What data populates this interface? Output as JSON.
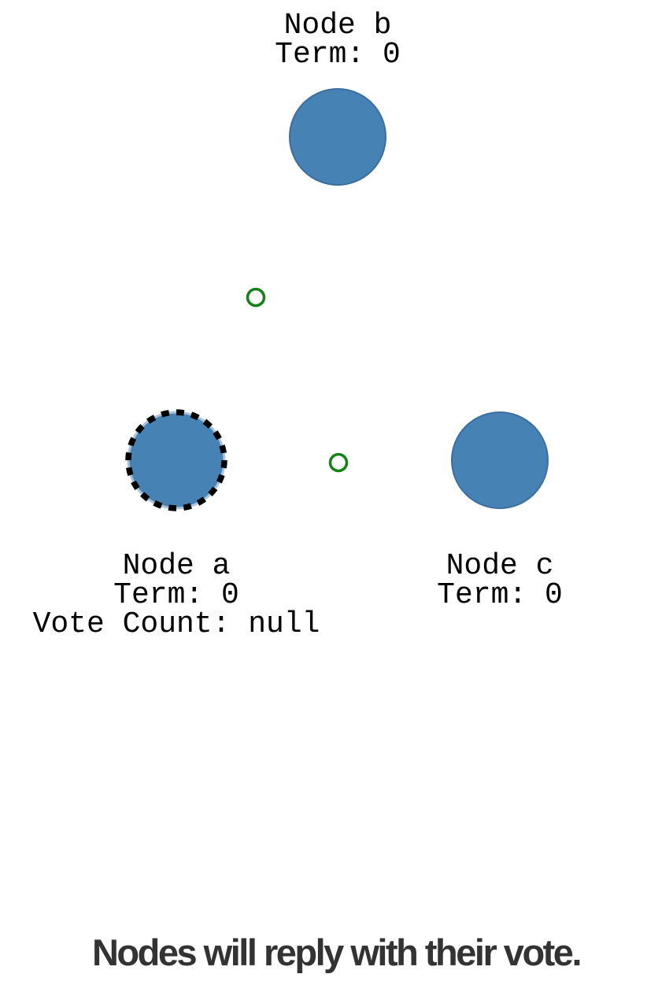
{
  "colors": {
    "background": "#ffffff",
    "node_fill": "#4682b4",
    "node_edge": "#3c6e9f",
    "candidate_rim": "#aac4dd",
    "candidate_border": "#000000",
    "message_ring": "#148214",
    "label_text": "#000000",
    "caption_text": "#333333"
  },
  "icons": {
    "message_dot": "small-green-ring",
    "node": "filled-blue-circle",
    "candidate_node": "blue-circle-with-black-dashed-border"
  },
  "nodes": {
    "b": {
      "name": "Node b",
      "term": "Term: 0"
    },
    "a": {
      "name": "Node a",
      "term": "Term: 0",
      "vote_count": "Vote Count: null"
    },
    "c": {
      "name": "Node c",
      "term": "Term: 0"
    }
  },
  "caption": "Nodes will reply with their vote."
}
